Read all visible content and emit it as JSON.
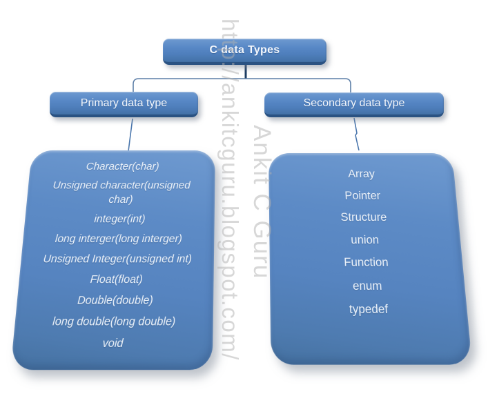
{
  "diagram": {
    "root": {
      "label": "C data Types"
    },
    "branches": [
      {
        "label": "Primary data type",
        "items": [
          "Character(char)",
          "Unsigned character(unsigned char)",
          "integer(int)",
          "long interger(long interger)",
          "Unsigned Integer(unsigned int)",
          "Float(float)",
          "Double(double)",
          "long double(long double)",
          "void"
        ]
      },
      {
        "label": "Secondary data type",
        "items": [
          "Array",
          "Pointer",
          "Structure",
          "union",
          "Function",
          "enum",
          "typedef"
        ]
      }
    ],
    "colors": {
      "box_blue": "#5888c6",
      "box_bevel": "#2a5282",
      "connector": "#5c7ea7",
      "connector_dark": "#1e3d63",
      "text": "#f3f7fd",
      "watermark_gray": "#d7d7d7"
    }
  },
  "watermark": {
    "url_text": "http://ankitcguru.blogspot.com/",
    "signature_text": "Ankit C Guru"
  }
}
